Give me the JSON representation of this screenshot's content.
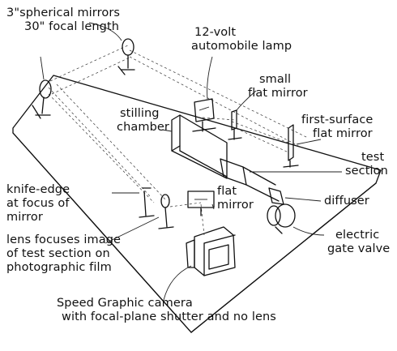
{
  "labels": {
    "spherical_mirrors": [
      "3\"spherical mirrors",
      "30\" focal length"
    ],
    "lamp": [
      "12-volt",
      "automobile lamp"
    ],
    "small_mirror": [
      "small",
      "flat mirror"
    ],
    "stilling_chamber": [
      "stilling",
      "chamber"
    ],
    "first_surface_mirror": [
      "first-surface",
      "flat mirror"
    ],
    "test_section": [
      "test",
      "section"
    ],
    "knife_edge": [
      "knife-edge",
      "at focus of",
      "mirror"
    ],
    "flat_mirror": [
      "flat",
      "mirror"
    ],
    "diffuser": [
      "diffuser"
    ],
    "gate_valve": [
      "electric",
      "gate valve"
    ],
    "lens": [
      "lens focuses image",
      "of test section on",
      "photographic film"
    ],
    "camera": [
      "Speed Graphic camera",
      "with focal-plane shutter and no lens"
    ]
  }
}
